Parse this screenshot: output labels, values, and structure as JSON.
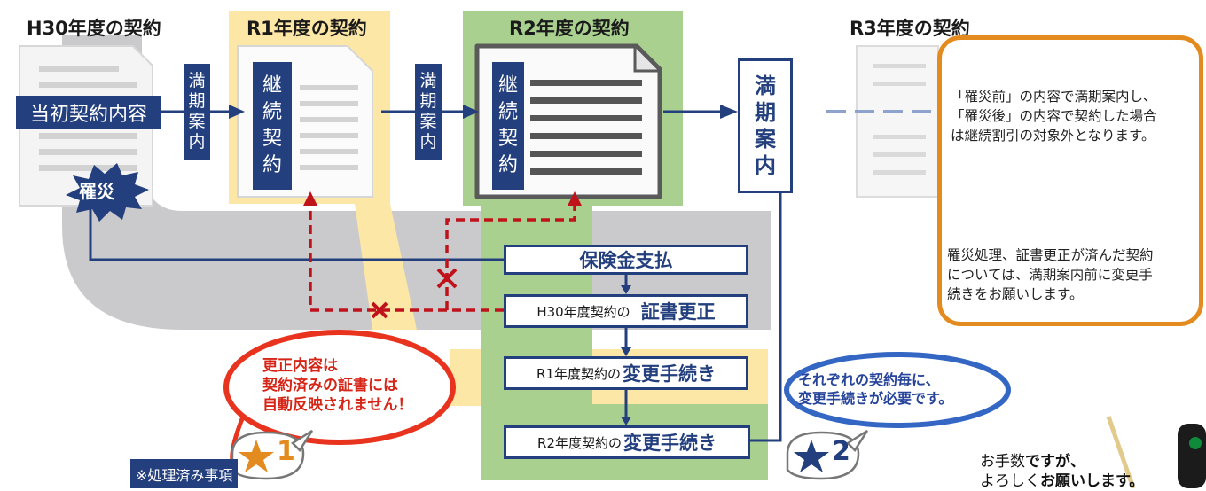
{
  "years": {
    "h30": "H30年度の契約",
    "r1": "R1年度の契約",
    "r2": "R2年度の契約",
    "r3": "R3年度の契約"
  },
  "flow": {
    "initial_contract": "当初契約内容",
    "disaster": "罹災",
    "maturity_notice_1": [
      "満",
      "期",
      "案",
      "内"
    ],
    "renewal_r1": [
      "継",
      "続",
      "契",
      "約"
    ],
    "maturity_notice_2": [
      "満",
      "期",
      "案",
      "内"
    ],
    "renewal_r2": [
      "継",
      "続",
      "契",
      "約"
    ],
    "maturity_notice_3": [
      "満",
      "期",
      "案",
      "内"
    ]
  },
  "process": {
    "insurance_payment": "保険金支払",
    "cert_change_prefix": "H30年度契約の",
    "cert_change_main": "証書更正",
    "r1_change_prefix": "R1年度契約の",
    "r1_change_main": "変更手続き",
    "r2_change_prefix": "R2年度契約の",
    "r2_change_main": "変更手続き"
  },
  "notice": {
    "warning_text": [
      "「罹災前」の内容で満期案内し、",
      "「罹災後」の内容で契約した場合",
      "は継続割引の対象外となります。"
    ],
    "ok_text": [
      "罹災処理、証書更正が済んだ契約",
      "については、満期案内前に変更手",
      "続きをお願いします。"
    ]
  },
  "bubbles": {
    "red_text": [
      "更正内容は",
      "契約済みの証書には",
      "自動反映されません！"
    ],
    "blue_text": [
      "それぞれの契約毎に、",
      "変更手続きが必要です。"
    ],
    "star1": "1",
    "star2": "2"
  },
  "footer": {
    "processed_tag": "※処理済み事項",
    "closing_line1_a": "お手数",
    "closing_line1_b": "ですが、",
    "closing_line2_a": "よろしく",
    "closing_line2_b": "お願いします。"
  },
  "colors": {
    "navy": "#233f7e",
    "yellow_band": "#fde7a6",
    "green_band": "#a9d08e",
    "gray_band": "#c9c9cb",
    "red": "#c0121b",
    "orange": "#e38b1e"
  }
}
